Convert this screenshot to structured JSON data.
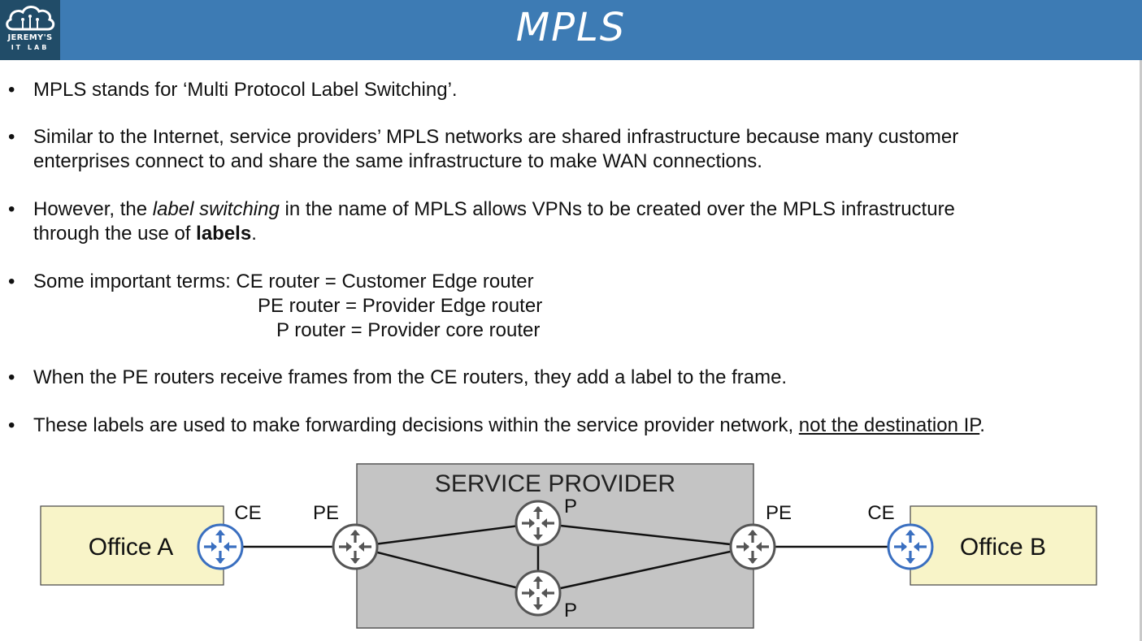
{
  "logo": {
    "line1": "JEREMY'S",
    "line2": "IT LAB"
  },
  "title": "MPLS",
  "bullets": [
    {
      "text": "MPLS stands for ‘Multi Protocol Label Switching’."
    },
    {
      "line1": "Similar to the Internet, service providers’ MPLS networks are shared infrastructure because many customer",
      "line2": "enterprises connect to and share the same infrastructure to make WAN connections."
    },
    {
      "pre": "However, the ",
      "italic": "label switching",
      "mid": " in the name of MPLS allows VPNs to be created over the MPLS infrastructure",
      "line2_pre": "through the use of ",
      "bold": "labels",
      "line2_post": "."
    },
    {
      "prefix": "Some important terms: ",
      "terms": [
        "CE router = Customer Edge router",
        "PE router = Provider Edge router",
        "P router = Provider core router"
      ]
    },
    {
      "text": "When the PE routers receive frames from the CE routers, they add a label to the frame."
    },
    {
      "pre": "These labels are used to make forwarding decisions within the service provider network, ",
      "underline": "not the destination IP",
      "post": "."
    }
  ],
  "diagram": {
    "provider_label": "SERVICE PROVIDER",
    "office_a": "Office A",
    "office_b": "Office B",
    "labels": {
      "ce_left": "CE",
      "pe_left": "PE",
      "p_top": "P",
      "p_bottom": "P",
      "pe_right": "PE",
      "ce_right": "CE"
    },
    "colors": {
      "provider_box": "#c4c4c4",
      "office_box": "#f8f4c8",
      "ce_router": "#3a6fc0",
      "router_gray": "#555555"
    }
  }
}
